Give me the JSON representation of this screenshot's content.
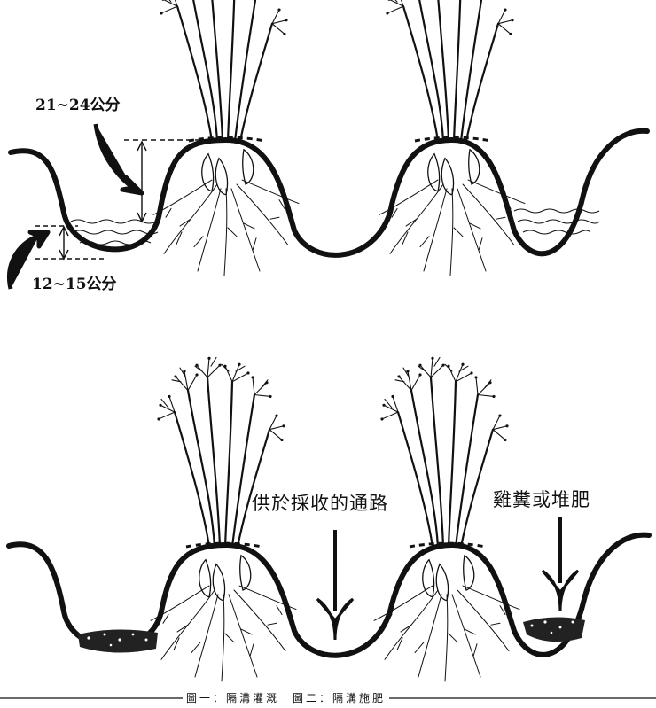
{
  "figure1": {
    "upper_measure": "21~24公分",
    "lower_measure": "12~15公分"
  },
  "figure2": {
    "path_label": "供於採收的通路",
    "fertilizer_label": "雞糞或堆肥"
  },
  "caption": "圖一：隔溝灌溉　圖二：隔溝施肥"
}
